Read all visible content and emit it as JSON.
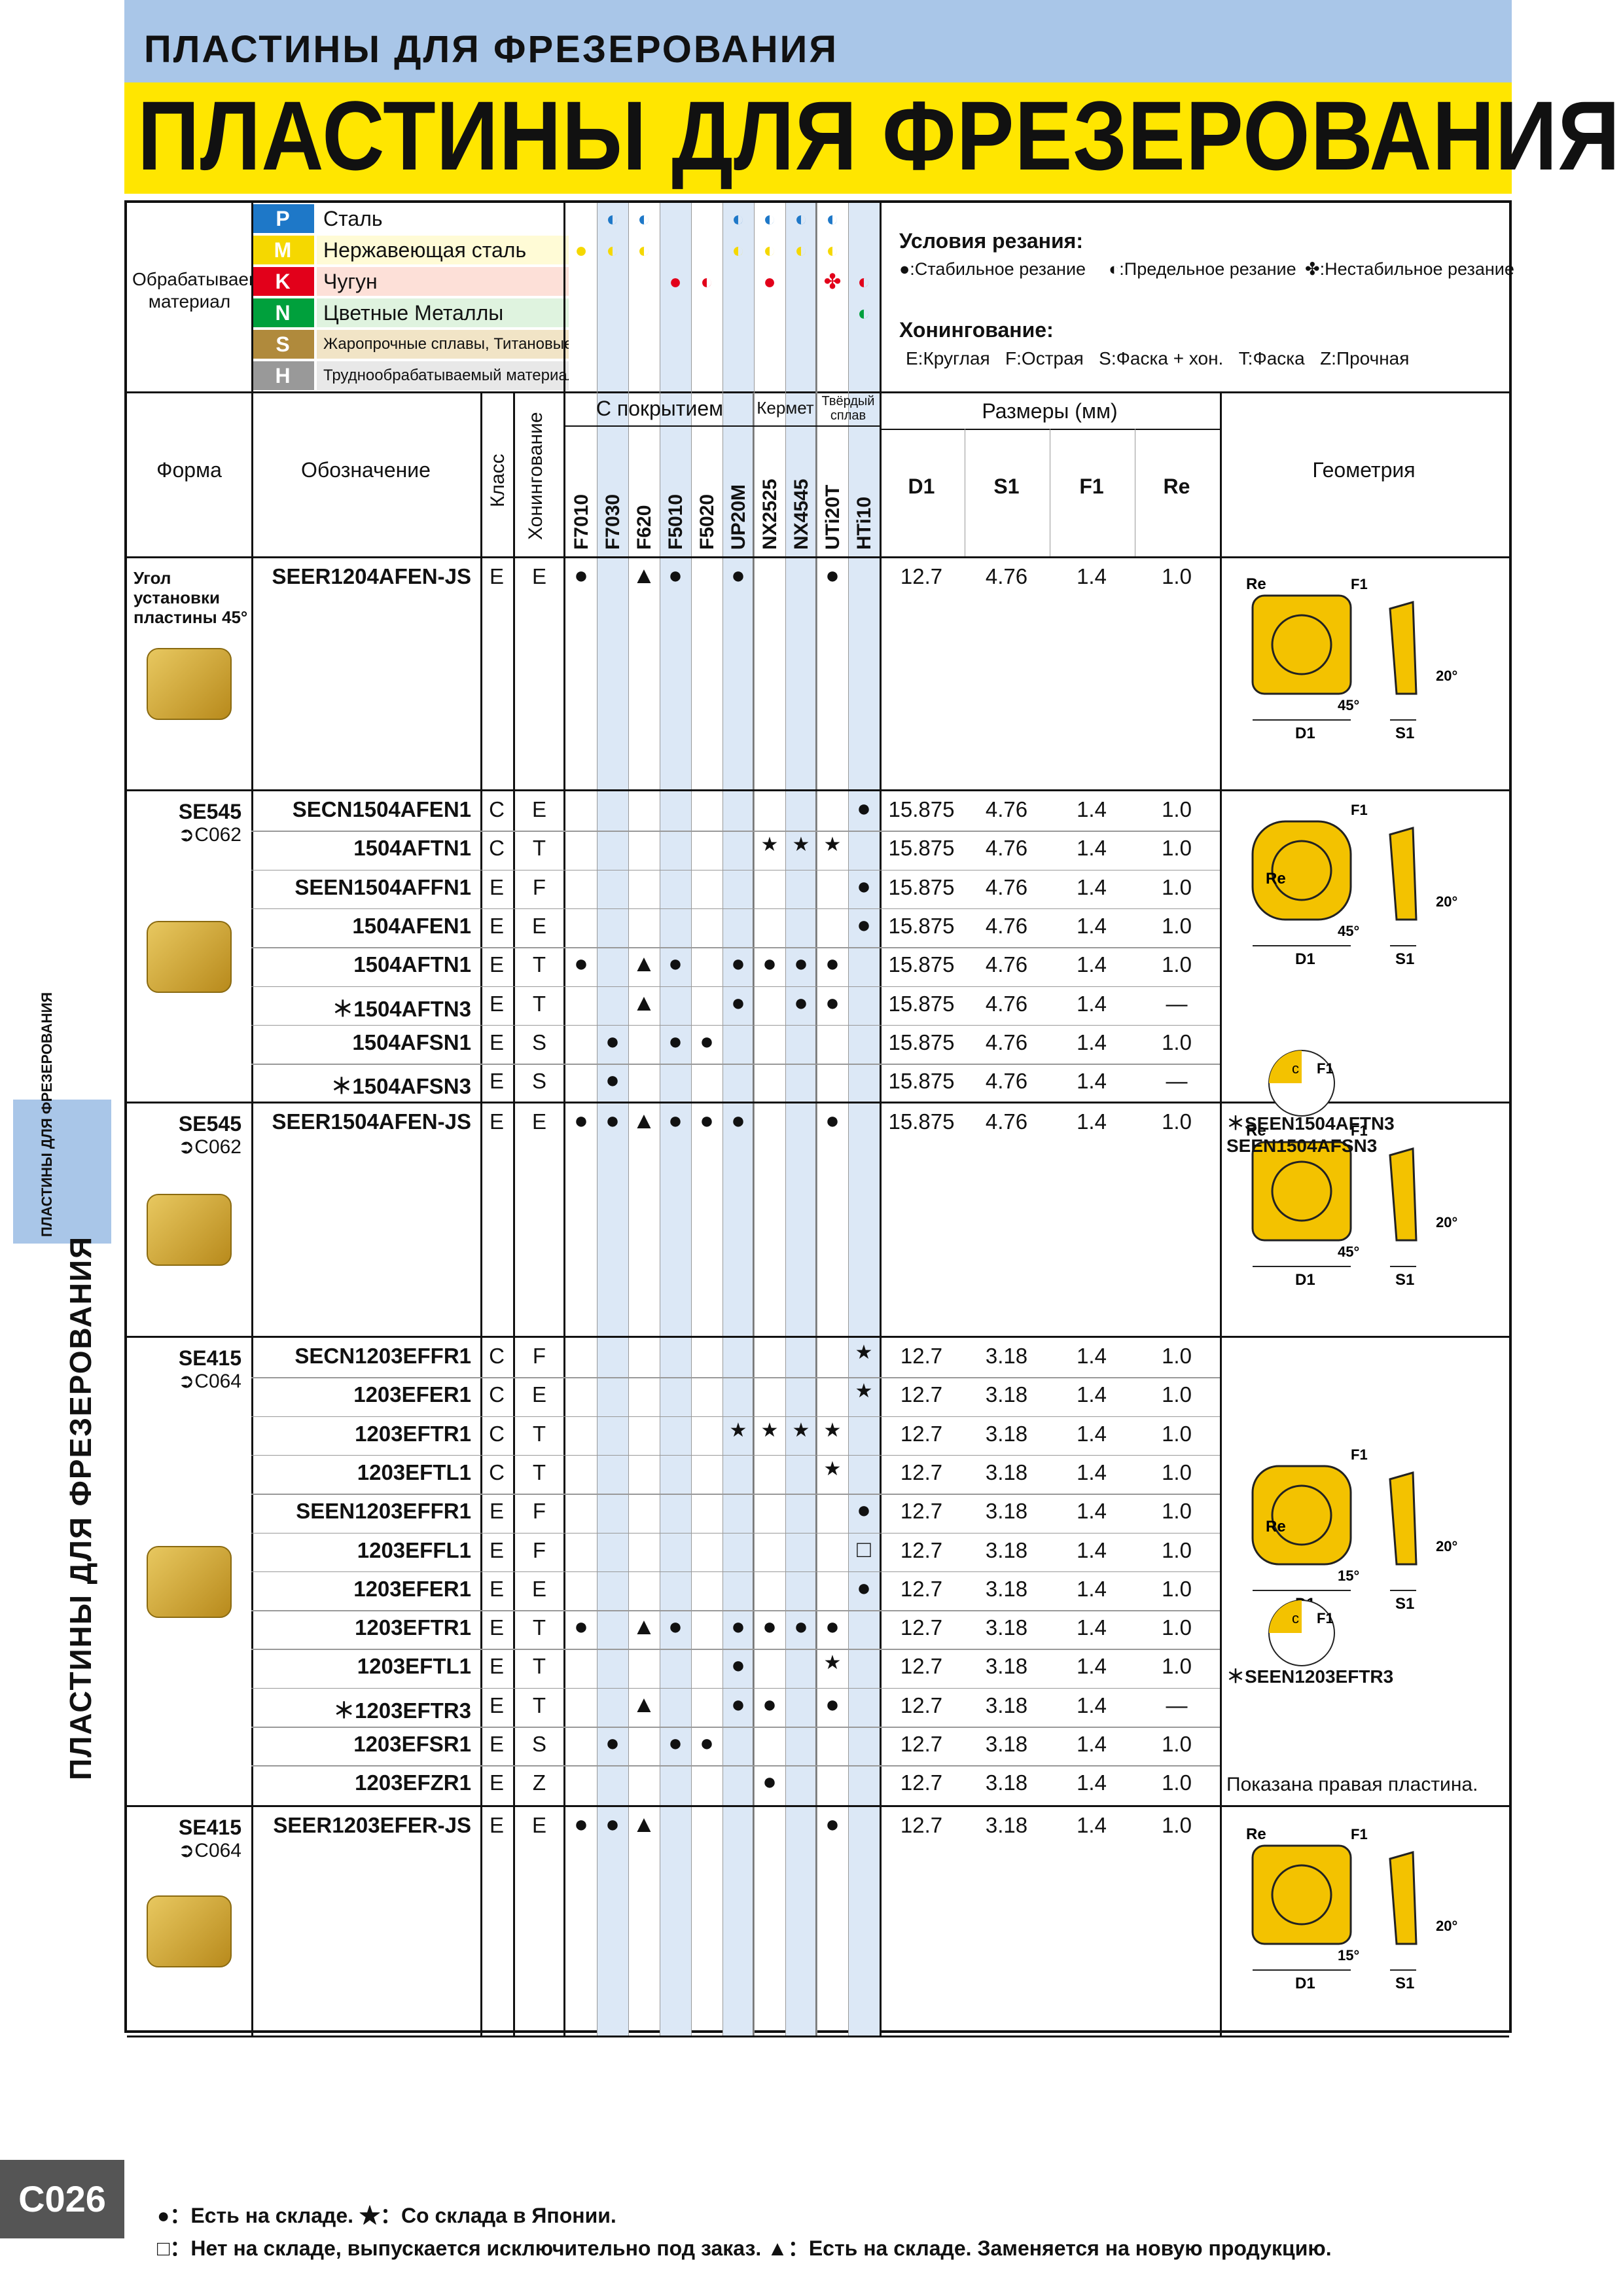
{
  "header": {
    "subtitle": "ПЛАСТИНЫ ДЛЯ ФРЕЗЕРОВАНИЯ",
    "title": "ПЛАСТИНЫ ДЛЯ ФРЕЗЕРОВАНИЯ"
  },
  "materials": {
    "label": "Обрабатываемый материал",
    "rows": [
      {
        "code": "P",
        "name": "Сталь",
        "color": "#1e78c8",
        "bg": "#ffffff"
      },
      {
        "code": "M",
        "name": "Нержавеющая сталь",
        "color": "#f5d800",
        "bg": "#fffbd6"
      },
      {
        "code": "K",
        "name": "Чугун",
        "color": "#e2001a",
        "bg": "#fde0d8"
      },
      {
        "code": "N",
        "name": "Цветные Металлы",
        "color": "#00a03c",
        "bg": "#dff3df"
      },
      {
        "code": "S",
        "name": "Жаропрочные сплавы, Титановые сплавы",
        "color": "#b08a3c",
        "bg": "#f1e4c6"
      },
      {
        "code": "H",
        "name": "Труднообрабатываемый материал",
        "color": "#999999",
        "bg": "#e8e8e8"
      }
    ]
  },
  "conditions": {
    "title": "Условия резания:",
    "stable": "●:Стабильное резание",
    "limit": "◐:Предельное резание",
    "unstable": "✤:Нестабильное резание"
  },
  "honing": {
    "title": "Хонингование:",
    "items": "E:Круглая   F:Острая   S:Фаска + хон.   T:Фаска   Z:Прочная"
  },
  "columns": {
    "shape": "Форма",
    "designation": "Обозначение",
    "class": "Класс",
    "honing": "Хонингование",
    "coated": "С покрытием",
    "cermet": "Кермет",
    "carbide": "Твёрдый сплав",
    "dims": "Размеры (мм)",
    "geometry": "Геометрия",
    "grades": [
      "F7010",
      "F7030",
      "F620",
      "F5010",
      "F5020",
      "UP20M",
      "NX2525",
      "NX4545",
      "UTi20T",
      "HTi10"
    ],
    "dim_cols": [
      "D1",
      "S1",
      "F1",
      "Re"
    ]
  },
  "groups": [
    {
      "shape": "Угол установки пластины 45°",
      "ref": "",
      "rows": [
        {
          "code": "SEER1204AFEN-JS",
          "cls": "E",
          "hon": "E",
          "g": [
            "●",
            "",
            "▲",
            "●",
            "",
            "●",
            "",
            "",
            "●",
            ""
          ],
          "d": [
            "12.7",
            "4.76",
            "1.4",
            "1.0"
          ]
        }
      ]
    },
    {
      "shape": "SE545",
      "ref": "➲C062",
      "rows": [
        {
          "code": "SECN1504AFEN1",
          "cls": "C",
          "hon": "E",
          "g": [
            "",
            "",
            "",
            "",
            "",
            "",
            "",
            "",
            "",
            "●"
          ],
          "d": [
            "15.875",
            "4.76",
            "1.4",
            "1.0"
          ]
        },
        {
          "code": "1504AFTN1",
          "cls": "C",
          "hon": "T",
          "g": [
            "",
            "",
            "",
            "",
            "",
            "",
            "★",
            "★",
            "★",
            ""
          ],
          "d": [
            "15.875",
            "4.76",
            "1.4",
            "1.0"
          ]
        },
        {
          "code": "SEEN1504AFFN1",
          "cls": "E",
          "hon": "F",
          "g": [
            "",
            "",
            "",
            "",
            "",
            "",
            "",
            "",
            "",
            "●"
          ],
          "d": [
            "15.875",
            "4.76",
            "1.4",
            "1.0"
          ]
        },
        {
          "code": "1504AFEN1",
          "cls": "E",
          "hon": "E",
          "g": [
            "",
            "",
            "",
            "",
            "",
            "",
            "",
            "",
            "",
            "●"
          ],
          "d": [
            "15.875",
            "4.76",
            "1.4",
            "1.0"
          ]
        },
        {
          "code": "1504AFTN1",
          "cls": "E",
          "hon": "T",
          "g": [
            "●",
            "",
            "▲",
            "●",
            "",
            "●",
            "●",
            "●",
            "●",
            ""
          ],
          "d": [
            "15.875",
            "4.76",
            "1.4",
            "1.0"
          ]
        },
        {
          "code": "＊1504AFTN3",
          "cls": "E",
          "hon": "T",
          "g": [
            "",
            "",
            "▲",
            "",
            "",
            "●",
            "",
            "●",
            "●",
            ""
          ],
          "d": [
            "15.875",
            "4.76",
            "1.4",
            "—"
          ]
        },
        {
          "code": "1504AFSN1",
          "cls": "E",
          "hon": "S",
          "g": [
            "",
            "●",
            "",
            "●",
            "●",
            "",
            "",
            "",
            "",
            ""
          ],
          "d": [
            "15.875",
            "4.76",
            "1.4",
            "1.0"
          ]
        },
        {
          "code": "＊1504AFSN3",
          "cls": "E",
          "hon": "S",
          "g": [
            "",
            "●",
            "",
            "",
            "",
            "",
            "",
            "",
            "",
            ""
          ],
          "d": [
            "15.875",
            "4.76",
            "1.4",
            "—"
          ]
        }
      ]
    },
    {
      "shape": "SE545",
      "ref": "➲C062",
      "rows": [
        {
          "code": "SEER1504AFEN-JS",
          "cls": "E",
          "hon": "E",
          "g": [
            "●",
            "●",
            "▲",
            "●",
            "●",
            "●",
            "",
            "",
            "●",
            ""
          ],
          "d": [
            "15.875",
            "4.76",
            "1.4",
            "1.0"
          ]
        }
      ]
    },
    {
      "shape": "SE415",
      "ref": "➲C064",
      "rows": [
        {
          "code": "SECN1203EFFR1",
          "cls": "C",
          "hon": "F",
          "g": [
            "",
            "",
            "",
            "",
            "",
            "",
            "",
            "",
            "",
            "★"
          ],
          "d": [
            "12.7",
            "3.18",
            "1.4",
            "1.0"
          ]
        },
        {
          "code": "1203EFER1",
          "cls": "C",
          "hon": "E",
          "g": [
            "",
            "",
            "",
            "",
            "",
            "",
            "",
            "",
            "",
            "★"
          ],
          "d": [
            "12.7",
            "3.18",
            "1.4",
            "1.0"
          ]
        },
        {
          "code": "1203EFTR1",
          "cls": "C",
          "hon": "T",
          "g": [
            "",
            "",
            "",
            "",
            "",
            "★",
            "★",
            "★",
            "★",
            ""
          ],
          "d": [
            "12.7",
            "3.18",
            "1.4",
            "1.0"
          ]
        },
        {
          "code": "1203EFTL1",
          "cls": "C",
          "hon": "T",
          "g": [
            "",
            "",
            "",
            "",
            "",
            "",
            "",
            "",
            "★",
            ""
          ],
          "d": [
            "12.7",
            "3.18",
            "1.4",
            "1.0"
          ]
        },
        {
          "code": "SEEN1203EFFR1",
          "cls": "E",
          "hon": "F",
          "g": [
            "",
            "",
            "",
            "",
            "",
            "",
            "",
            "",
            "",
            "●"
          ],
          "d": [
            "12.7",
            "3.18",
            "1.4",
            "1.0"
          ]
        },
        {
          "code": "1203EFFL1",
          "cls": "E",
          "hon": "F",
          "g": [
            "",
            "",
            "",
            "",
            "",
            "",
            "",
            "",
            "",
            "□"
          ],
          "d": [
            "12.7",
            "3.18",
            "1.4",
            "1.0"
          ]
        },
        {
          "code": "1203EFER1",
          "cls": "E",
          "hon": "E",
          "g": [
            "",
            "",
            "",
            "",
            "",
            "",
            "",
            "",
            "",
            "●"
          ],
          "d": [
            "12.7",
            "3.18",
            "1.4",
            "1.0"
          ]
        },
        {
          "code": "1203EFTR1",
          "cls": "E",
          "hon": "T",
          "g": [
            "●",
            "",
            "▲",
            "●",
            "",
            "●",
            "●",
            "●",
            "●",
            ""
          ],
          "d": [
            "12.7",
            "3.18",
            "1.4",
            "1.0"
          ]
        },
        {
          "code": "1203EFTL1",
          "cls": "E",
          "hon": "T",
          "g": [
            "",
            "",
            "",
            "",
            "",
            "●",
            "",
            "",
            "★",
            ""
          ],
          "d": [
            "12.7",
            "3.18",
            "1.4",
            "1.0"
          ]
        },
        {
          "code": "＊1203EFTR3",
          "cls": "E",
          "hon": "T",
          "g": [
            "",
            "",
            "▲",
            "",
            "",
            "●",
            "●",
            "",
            "●",
            ""
          ],
          "d": [
            "12.7",
            "3.18",
            "1.4",
            "—"
          ]
        },
        {
          "code": "1203EFSR1",
          "cls": "E",
          "hon": "S",
          "g": [
            "",
            "●",
            "",
            "●",
            "●",
            "",
            "",
            "",
            "",
            ""
          ],
          "d": [
            "12.7",
            "3.18",
            "1.4",
            "1.0"
          ]
        },
        {
          "code": "1203EFZR1",
          "cls": "E",
          "hon": "Z",
          "g": [
            "",
            "",
            "",
            "",
            "",
            "",
            "●",
            "",
            "",
            ""
          ],
          "d": [
            "12.7",
            "3.18",
            "1.4",
            "1.0"
          ]
        }
      ]
    },
    {
      "shape": "SE415",
      "ref": "➲C064",
      "rows": [
        {
          "code": "SEER1203EFER-JS",
          "cls": "E",
          "hon": "E",
          "g": [
            "●",
            "●",
            "▲",
            "",
            "",
            "",
            "",
            "",
            "●",
            ""
          ],
          "d": [
            "12.7",
            "3.18",
            "1.4",
            "1.0"
          ]
        }
      ]
    }
  ],
  "geometry_notes": {
    "g2": "＊SEEN1504AFTN3\nSEEN1504AFSN3",
    "g4a": "＊SEEN1203EFTR3",
    "g4b": "Показана правая пластина."
  },
  "geo_labels": {
    "re": "Re",
    "f1": "F1",
    "d1": "D1",
    "s1": "S1",
    "a45": "45°",
    "a15": "15°",
    "a20": "20°",
    "c": "c"
  },
  "sidebar": {
    "tab": "ПЛАСТИНЫ ДЛЯ ФРЕЗЕРОВАНИЯ",
    "title": "ПЛАСТИНЫ ДЛЯ ФРЕЗЕРОВАНИЯ"
  },
  "page_number": "C026",
  "legend": {
    "line1": "●：Есть на складе.   ★：Со склада в Японии.",
    "line2": "□：Нет на складе, выпускается исключительно под заказ.   ▲：Есть на складе. Заменяется на новую продукцию."
  }
}
